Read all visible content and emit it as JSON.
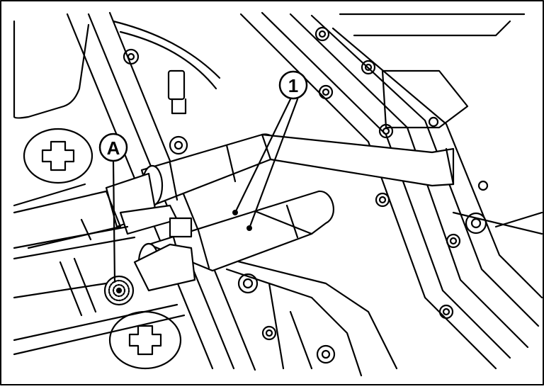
{
  "callouts": [
    {
      "id": "callout-1",
      "label": "1"
    },
    {
      "id": "callout-a",
      "label": "A"
    }
  ],
  "colors": {
    "ink": "#000000",
    "paper": "#ffffff"
  }
}
